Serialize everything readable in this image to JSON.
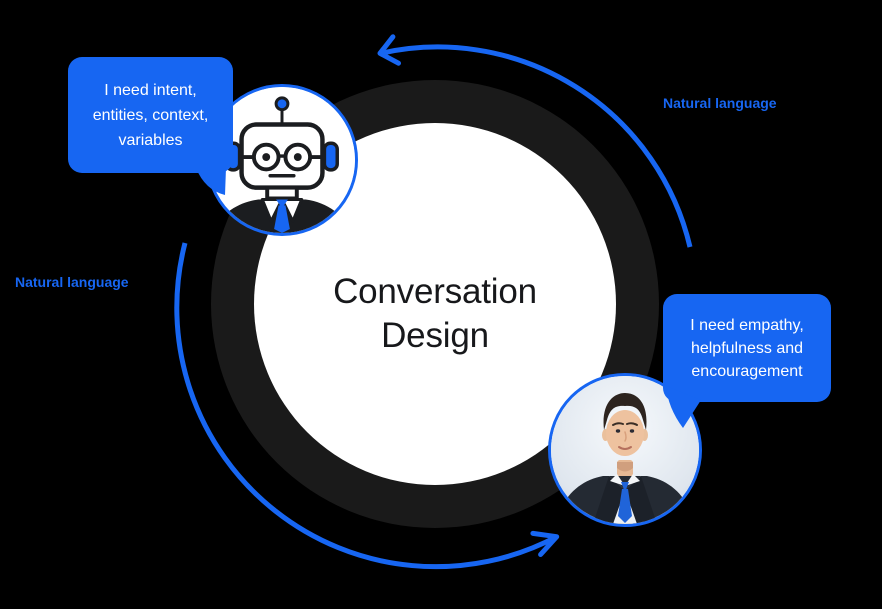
{
  "title": {
    "lines": [
      "Conversation",
      "Design"
    ]
  },
  "labels": {
    "top_right": "Natural language",
    "left": "Natural language"
  },
  "bubbles": {
    "robot": {
      "lines": [
        "I need intent,",
        "entities, context,",
        "variables"
      ]
    },
    "human": {
      "lines": [
        "I need empathy,",
        "helpfulness and",
        "encouragement"
      ]
    }
  },
  "icons": {
    "robot_avatar": "robot-chatbot-in-suit-avatar",
    "human_avatar": "man-in-suit-portrait-avatar",
    "arrows": "counterclockwise-cycle-arrows"
  },
  "colors": {
    "background": "#000000",
    "accent_blue": "#1766F2",
    "ring_dark": "#1A1A1A",
    "center_circle": "#FFFFFF",
    "title_text": "#17181B",
    "bubble_text": "#FFFFFF"
  }
}
